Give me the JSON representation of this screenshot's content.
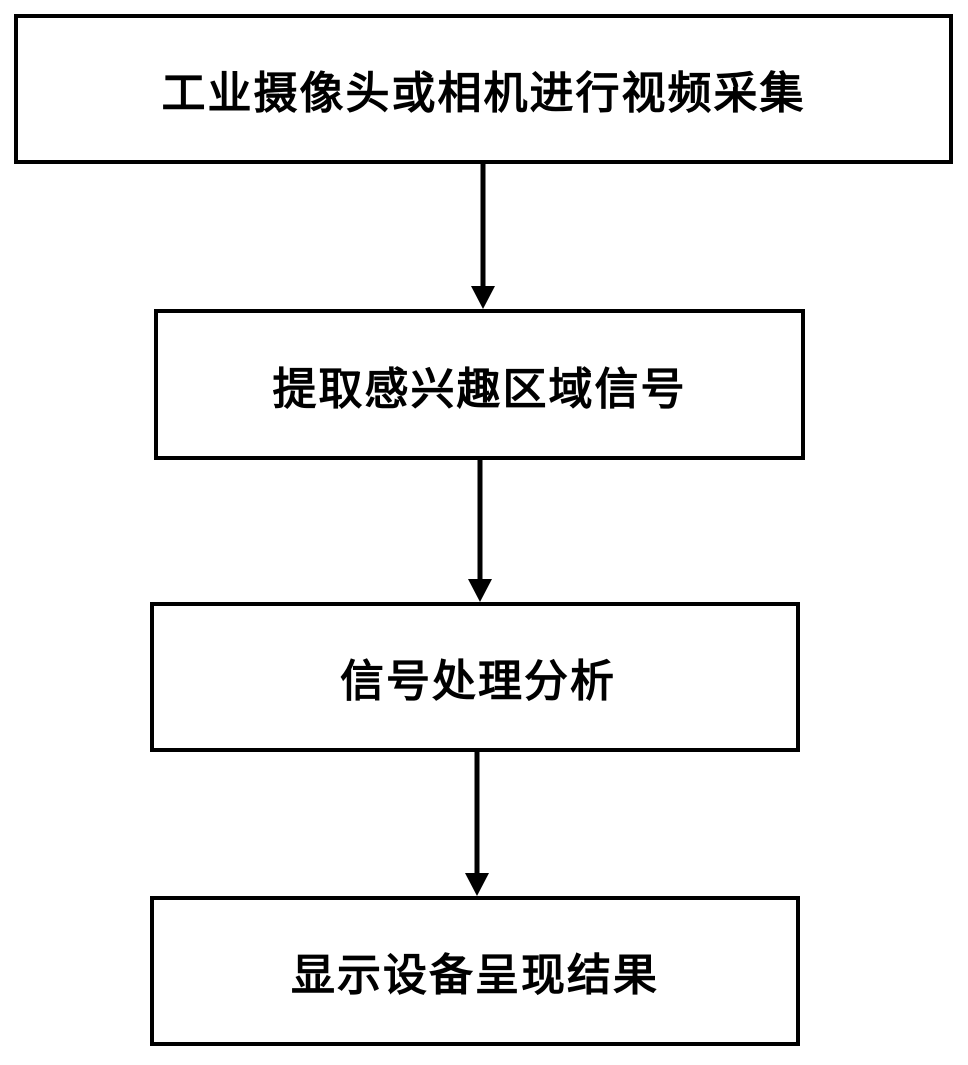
{
  "flowchart": {
    "steps": [
      {
        "label": "工业摄像头或相机进行视频采集"
      },
      {
        "label": "提取感兴趣区域信号"
      },
      {
        "label": "信号处理分析"
      },
      {
        "label": "显示设备呈现结果"
      }
    ],
    "colors": {
      "stroke": "#000000",
      "background": "#ffffff"
    }
  }
}
